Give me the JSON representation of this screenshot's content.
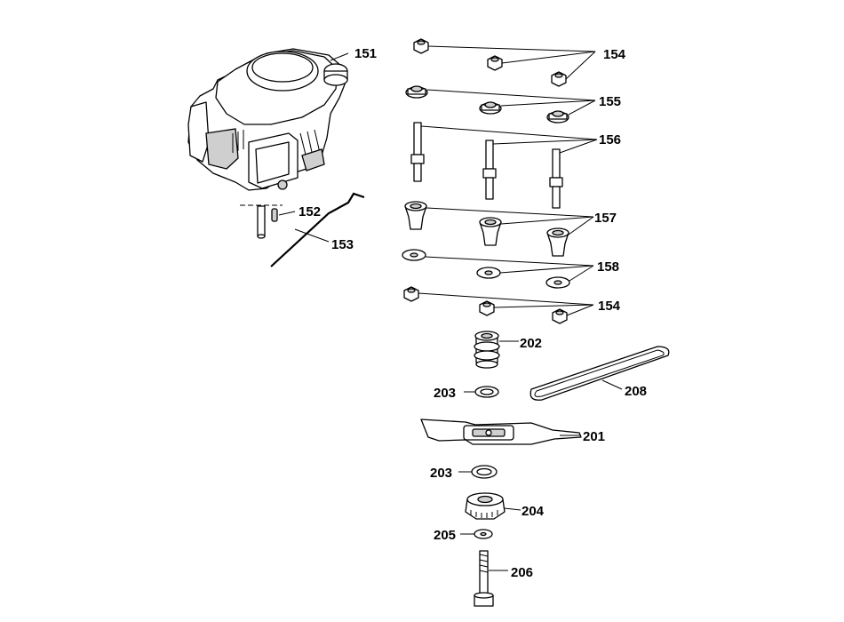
{
  "callouts": {
    "c151": "151",
    "c152": "152",
    "c153": "153",
    "c154_top": "154",
    "c155": "155",
    "c156": "156",
    "c157": "157",
    "c158": "158",
    "c154_bottom": "154",
    "c202": "202",
    "c203_top": "203",
    "c208": "208",
    "c201": "201",
    "c203_bottom": "203",
    "c204": "204",
    "c205": "205",
    "c206": "206"
  }
}
